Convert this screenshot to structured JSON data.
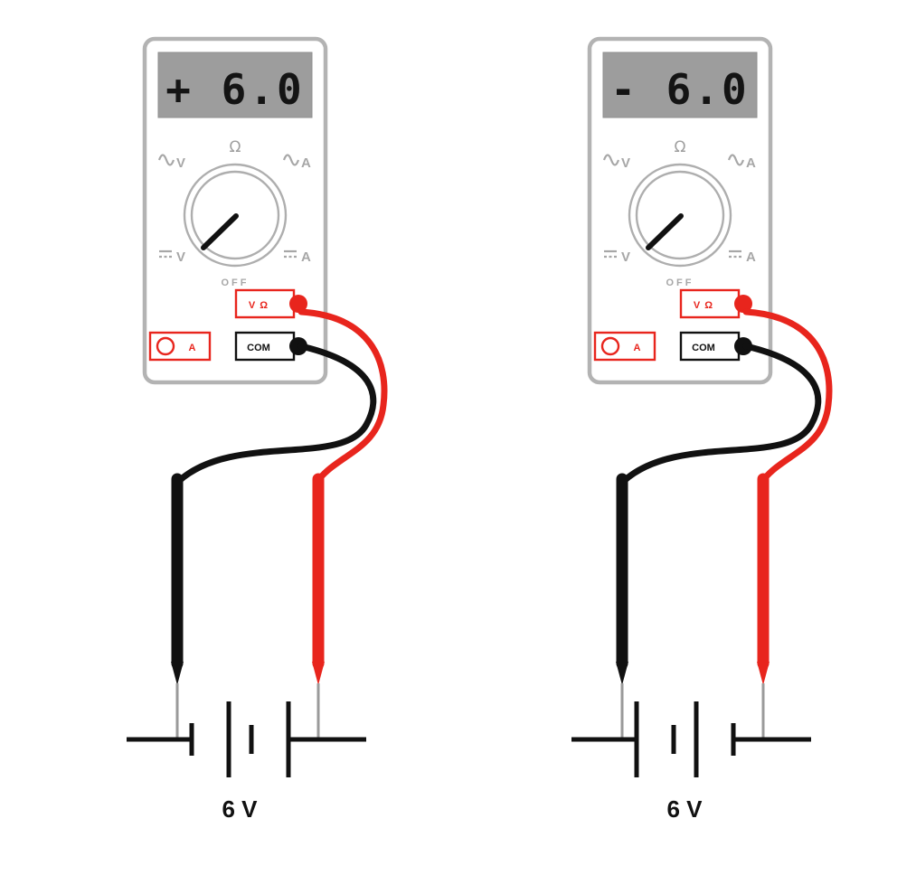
{
  "scene": {
    "background": "#ffffff"
  },
  "colors": {
    "accent_red": "#e8251d",
    "lead_black": "#111111",
    "meter_outline_gray": "#b3b3b3",
    "display_gray": "#9d9d9d",
    "symbol_gray": "#a7a7a7",
    "probe_needle_gray": "#9a9a9a"
  },
  "shared_labels": {
    "dial_ohm": "Ω",
    "dial_off": "OFF",
    "ac_volts": "V",
    "ac_amps": "A",
    "dc_volts": "V",
    "dc_amps": "A",
    "jack_vohm": "V Ω",
    "jack_com": "COM",
    "jack_amp": "A"
  },
  "meters": [
    {
      "reading": "+ 6.0",
      "battery_label": "6 V"
    },
    {
      "reading": "- 6.0",
      "battery_label": "6 V"
    }
  ]
}
